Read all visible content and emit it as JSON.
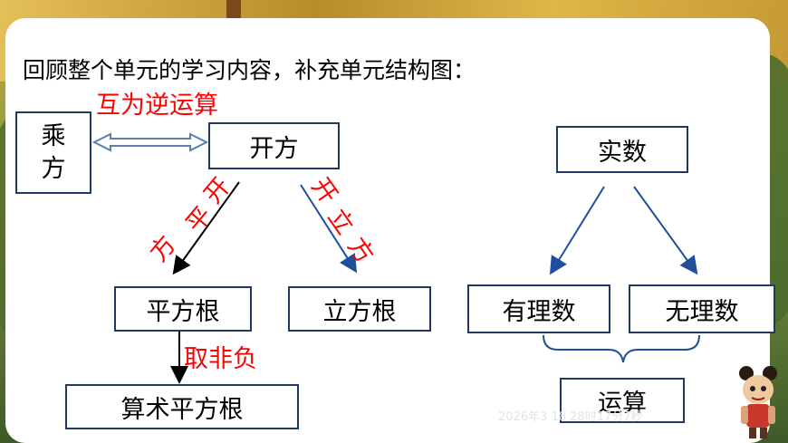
{
  "header": {
    "text": "回顾整个单元的学习内容，补充单元结构图："
  },
  "left_diagram": {
    "power_box": {
      "line1": "乘",
      "line2": "方"
    },
    "inverse_label": "互为逆运算",
    "root_box": "开方",
    "square_root_label": {
      "c1": "开",
      "c2": "平",
      "c3": "方"
    },
    "cube_root_label": {
      "c1": "开",
      "c2": "立",
      "c3": "方"
    },
    "square_root_box": "平方根",
    "cube_root_box": "立方根",
    "nonneg_label": "取非负",
    "arith_root_box": "算术平方根"
  },
  "right_diagram": {
    "real_box": "实数",
    "rational_box": "有理数",
    "irrational_box": "无理数",
    "operation_box": "运算"
  },
  "watermark": "2026年3   18         28时17分7秒",
  "colors": {
    "box_border": "#1f3b63",
    "red_text": "#ff0000",
    "arrow": "#1f4e9c",
    "panel": "#ffffff"
  }
}
